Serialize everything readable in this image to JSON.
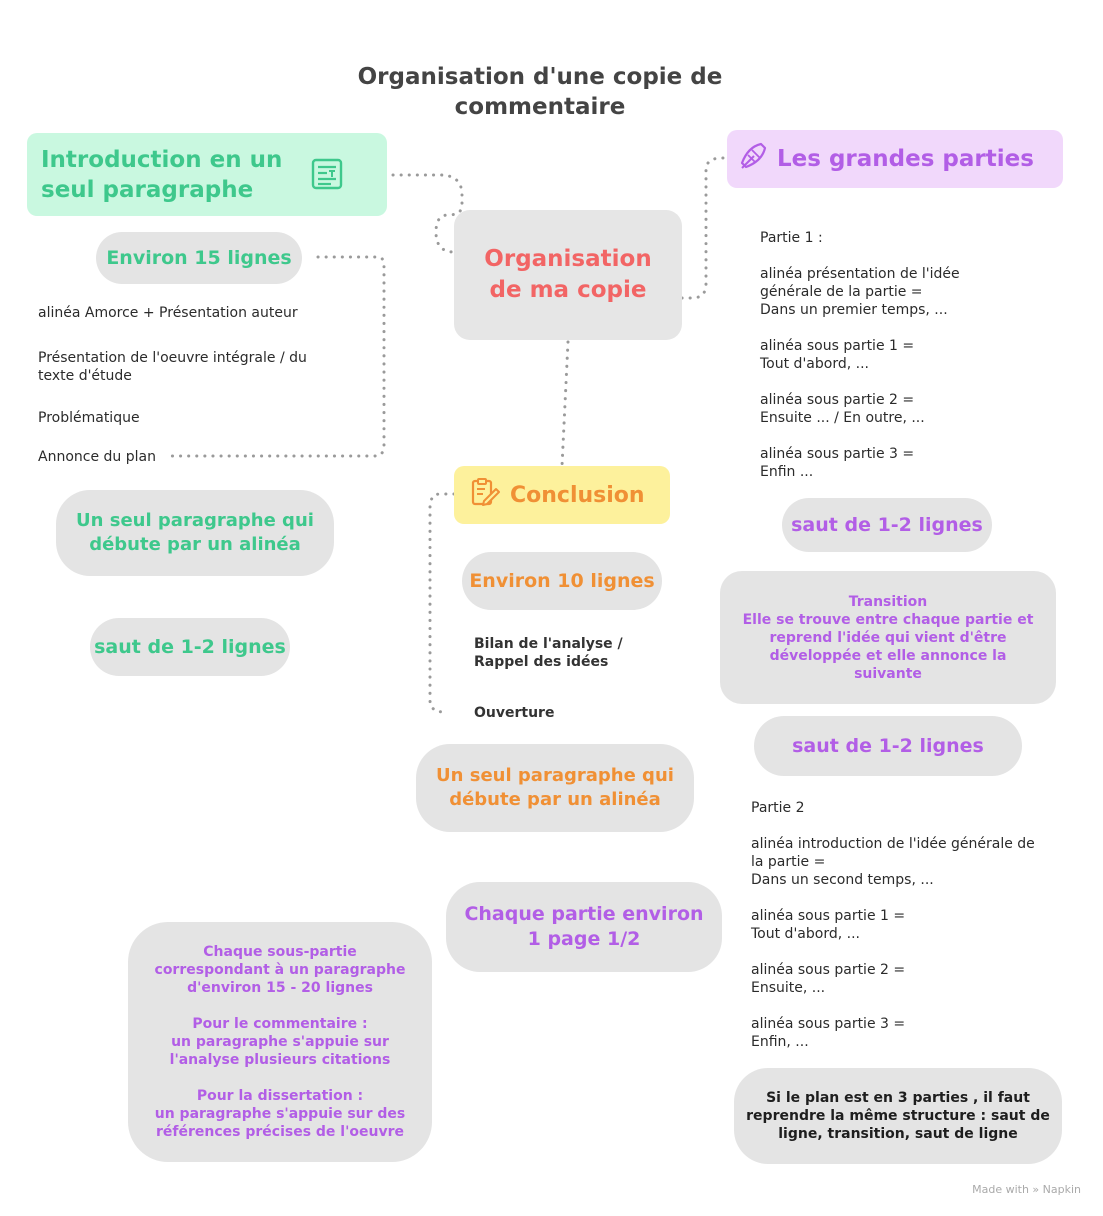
{
  "title": "Organisation d'une copie de commentaire",
  "center": "Organisation de ma copie",
  "intro": {
    "heading": "Introduction en un seul paragraphe",
    "lines_badge": "Environ 15 lignes",
    "items": [
      "alinéa Amorce + Présentation auteur",
      "Présentation de l'oeuvre intégrale / du texte d'étude",
      "Problématique",
      "Annonce du plan"
    ],
    "note": "Un seul paragraphe qui débute par un alinéa",
    "gap": "saut de 1-2 lignes"
  },
  "parts": {
    "heading": "Les grandes parties",
    "part1": "Partie 1 :\n\nalinéa présentation de l'idée générale de la partie =\n   Dans un premier temps, ...\n\nalinéa sous partie 1 =\n   Tout d'abord, ...\n\nalinéa sous partie 2 =\n   Ensuite ... / En outre, ...\n\nalinéa sous partie 3 =\n   Enfin ...",
    "gap1": "saut de 1-2 lignes",
    "transition": "Transition\nElle se trouve entre chaque partie et reprend l'idée qui vient d'être développée et elle annonce la suivante",
    "gap2": "saut de 1-2 lignes",
    "part2": "Partie 2\n\nalinéa introduction de l'idée générale de la partie =\n   Dans un second temps, ...\n\nalinéa sous partie 1 =\n   Tout d'abord, ...\n\nalinéa sous partie 2 =\n   Ensuite, ...\n\nalinéa sous partie 3 =\n   Enfin, ...",
    "three_parts_note": "Si le plan est en 3 parties , il faut reprendre la même structure : saut de ligne, transition, saut de ligne",
    "length_note": "Chaque partie environ 1 page 1/2",
    "subpart_note": "Chaque sous-partie correspondant à un paragraphe d'environ 15 - 20 lignes\n\nPour le commentaire :\nun paragraphe s'appuie sur l'analyse plusieurs citations\n\nPour la dissertation :\nun paragraphe s'appuie sur des références précises de l'oeuvre"
  },
  "conclusion": {
    "heading": "Conclusion",
    "lines_badge": "Environ 10 lignes",
    "items": [
      "Bilan de l'analyse / Rappel des idées",
      "Ouverture"
    ],
    "note": "Un seul paragraphe qui débute par un alinéa"
  },
  "footer": "Made with » Napkin",
  "colors": {
    "green": "#3ec88c",
    "green_bg": "#c9f8e0",
    "red": "#f26565",
    "purple": "#b25ee6",
    "purple_bg": "#f1d8fb",
    "orange": "#f09035",
    "yellow_bg": "#fdf19c",
    "cloud_bg": "#e4e4e4"
  },
  "icons": [
    "document-icon",
    "pen-writing-icon",
    "clipboard-edit-icon"
  ]
}
